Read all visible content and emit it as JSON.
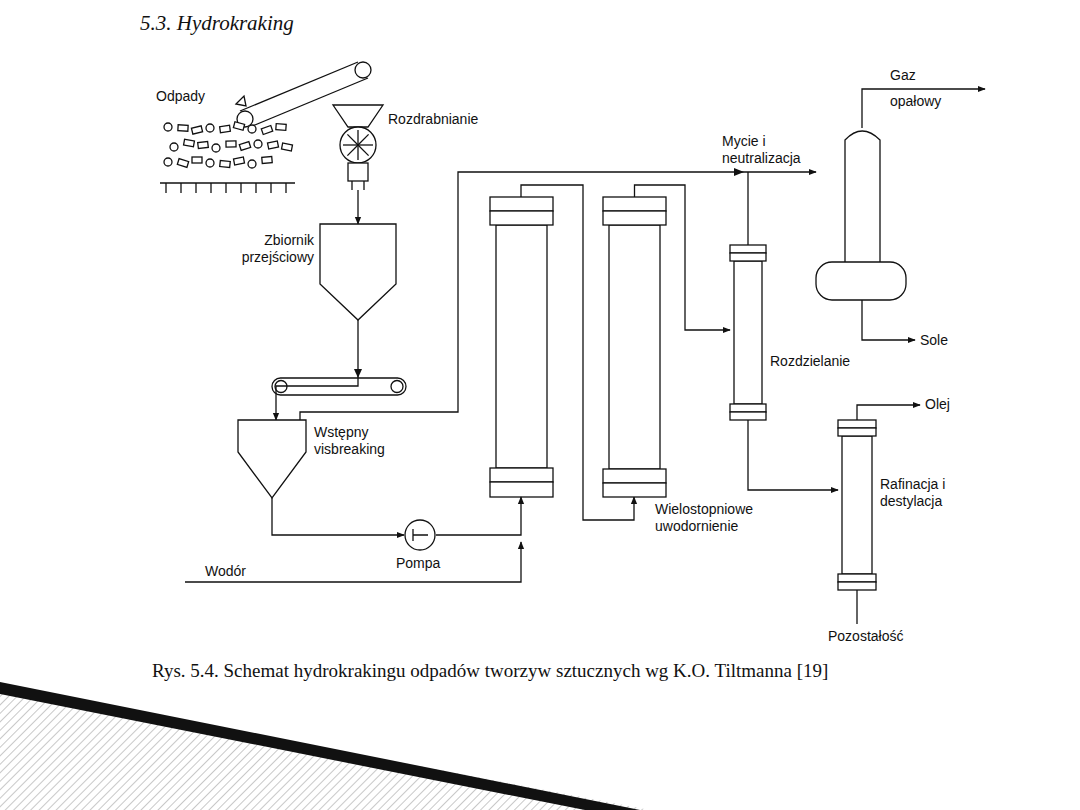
{
  "diagram": {
    "title": "5.3. Hydrokraking",
    "caption": "Rys. 5.4. Schemat hydrokrakingu odpadów tworzyw sztucznych wg K.O. Tiltmanna [19]",
    "nodes": [
      {
        "text": [
          "Odpady"
        ]
      },
      {
        "text": [
          "Rozdrabnianie"
        ]
      },
      {
        "text": [
          "Zbiornik przejściowy"
        ]
      },
      {
        "text": [
          "Wstępny visbreaking"
        ]
      },
      {
        "text": [
          "Pompa"
        ]
      },
      {
        "text": [
          "Wielostopniowe uwodornienie"
        ]
      },
      {
        "text": [
          "Rozdzielanie"
        ]
      },
      {
        "text": [
          "Rafinacja i destylacja"
        ]
      }
    ],
    "edges": [
      {
        "from": 1,
        "to": 2,
        "arrow": "to"
      },
      {
        "from": 2,
        "to": 3,
        "arrow": "to"
      },
      {
        "from": 3,
        "to": 4,
        "arrow": "to"
      },
      {
        "from": 5,
        "to": 6,
        "arrow": "to"
      },
      {
        "from": 6,
        "to": 7,
        "arrow": "to"
      }
    ],
    "labels": [
      "Wodór",
      "Mycie i neutralizacja",
      "Gaz opałowy",
      "Sole",
      "Olej",
      "Pozostałość"
    ]
  }
}
